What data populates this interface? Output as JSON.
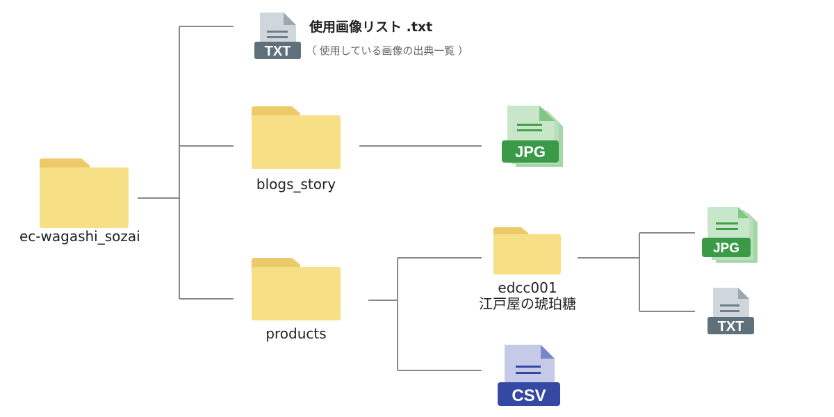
{
  "root": {
    "label": "ec-wagashi_sozai"
  },
  "root_file": {
    "badge": "TXT",
    "name": "使用画像リスト .txt",
    "note": "（ 使用している画像の出典一覧 ）"
  },
  "blogs": {
    "label": "blogs_story",
    "file_badge": "JPG"
  },
  "products": {
    "label": "products",
    "subfolder": {
      "code": "edcc001",
      "name": "江戸屋の琥珀糖",
      "jpg_badge": "JPG",
      "txt_badge": "TXT"
    },
    "csv_badge": "CSV"
  },
  "colors": {
    "line": "#888888",
    "folder_body": "#f7df85",
    "folder_tab": "#ecca6a",
    "txt_badge": "#5f707a",
    "txt_page": "#cfd7dc",
    "jpg_badge": "#3a9a48",
    "jpg_page": "#c8e6c9",
    "csv_badge": "#3548a4",
    "csv_page": "#c5cae9"
  }
}
